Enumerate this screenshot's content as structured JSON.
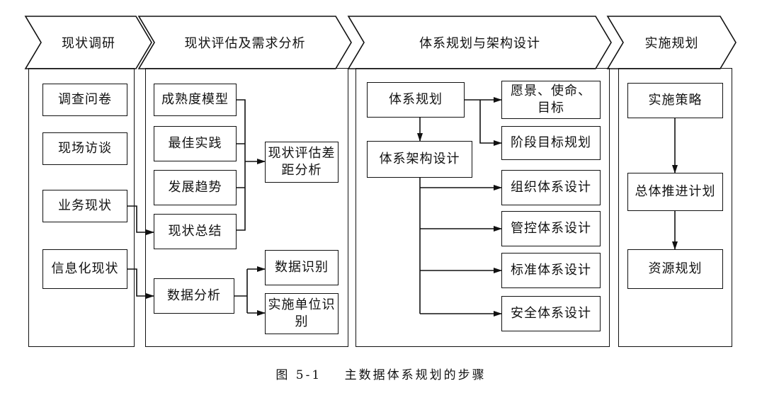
{
  "stages": [
    "现状调研",
    "现状评估及需求分析",
    "体系规划与架构设计",
    "实施规划"
  ],
  "col1": [
    "调查问卷",
    "现场访谈",
    "业务现状",
    "信息化现状"
  ],
  "col2": {
    "left_items": [
      "成熟度模型",
      "最佳实践",
      "发展趋势",
      "现状总结"
    ],
    "gap_analysis": "现状评估差距分析",
    "data_analysis": "数据分析",
    "data_identify": "数据识别",
    "unit_identify": "实施单位识别"
  },
  "col3": {
    "system_planning": "体系规划",
    "vision": "愿景、使命、目标",
    "stage_goals": "阶段目标规划",
    "architecture_design": "体系架构设计",
    "designs": [
      "组织体系设计",
      "管控体系设计",
      "标准体系设计",
      "安全体系设计"
    ]
  },
  "col4": [
    "实施策略",
    "总体推进计划",
    "资源规划"
  ],
  "caption": {
    "number": "图 5-1",
    "text": "主数据体系规划的步骤"
  }
}
